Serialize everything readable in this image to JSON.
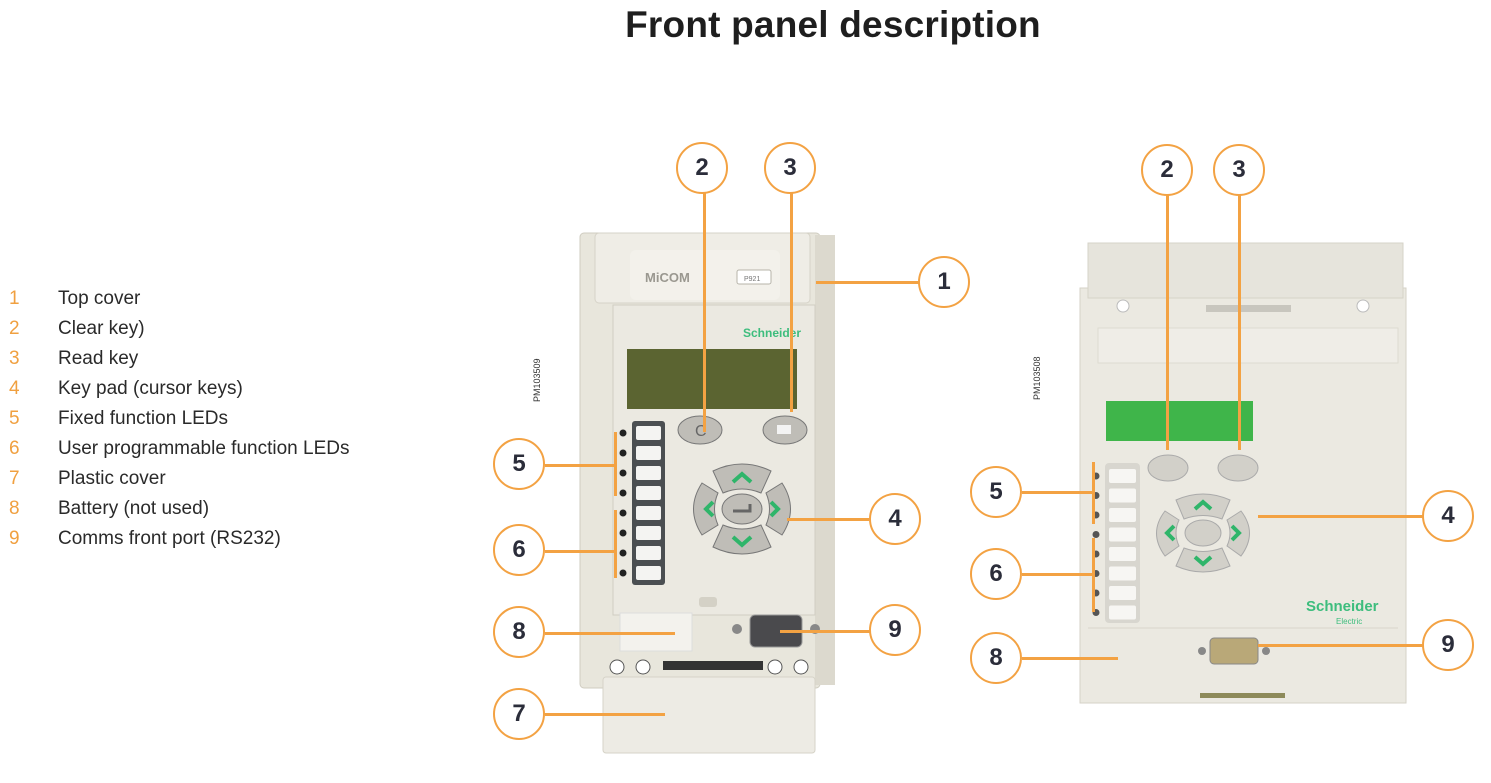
{
  "title": "Front panel description",
  "legend": [
    {
      "num": "1",
      "label": "Top cover"
    },
    {
      "num": "2",
      "label": "Clear key)"
    },
    {
      "num": "3",
      "label": "Read key"
    },
    {
      "num": "4",
      "label": "Key pad (cursor keys)"
    },
    {
      "num": "5",
      "label": "Fixed function LEDs"
    },
    {
      "num": "6",
      "label": "User programmable function LEDs"
    },
    {
      "num": "7",
      "label": "Plastic cover"
    },
    {
      "num": "8",
      "label": "Battery (not used)"
    },
    {
      "num": "9",
      "label": "Comms front port (RS232)"
    }
  ],
  "device_left": {
    "photo_code": "PM103509",
    "brand_top": "MiCOM",
    "model_badge": "P921",
    "brand": "Schneider",
    "clear_key": "C",
    "callouts": [
      "1",
      "2",
      "3",
      "4",
      "5",
      "6",
      "7",
      "8",
      "9"
    ]
  },
  "device_right": {
    "photo_code": "PM103508",
    "brand": "Schneider",
    "brand_sub": "Electric",
    "callouts": [
      "2",
      "3",
      "4",
      "5",
      "6",
      "8",
      "9"
    ]
  },
  "colors": {
    "accent": "#f3a243",
    "legend_number": "#f0a040",
    "lcd_left": "#5b6431",
    "lcd_right": "#3fb54a",
    "schneider_green": "#3dbd7d",
    "panel": "#ebe9e1"
  }
}
